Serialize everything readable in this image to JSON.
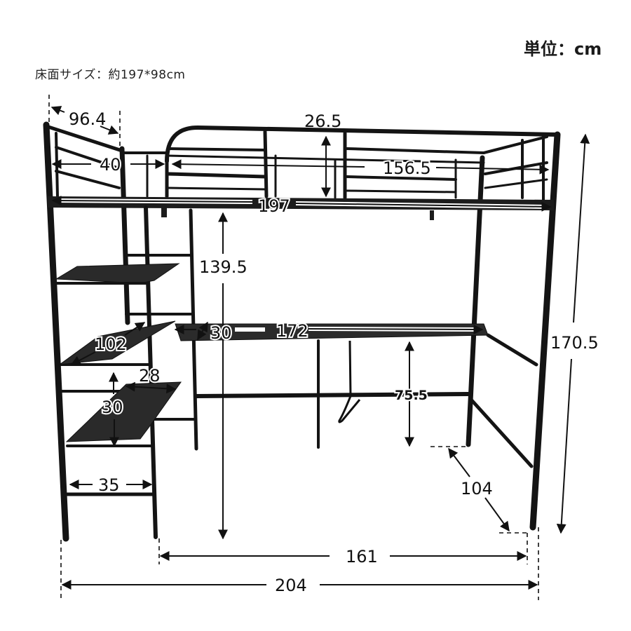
{
  "header": {
    "floor_size": "床面サイズ：約197*98cm",
    "unit": "単位：cm"
  },
  "dimensions": {
    "rail_depth": "96.4",
    "guard_height": "26.5",
    "ladder_gap": "40",
    "guard_length": "156.5",
    "bed_length": "197",
    "under_bed_height": "139.5",
    "total_height": "170.5",
    "shelf_depth_diag": "102",
    "desk_depth": "30",
    "desk_length": "172",
    "shelf_width": "28",
    "shelf_spacing": "30",
    "desk_height": "75.5",
    "ladder_width": "35",
    "frame_depth": "104",
    "inner_width": "161",
    "total_width": "204"
  },
  "colors": {
    "frame": "#141414",
    "shelf": "#2a2a2a",
    "background": "#ffffff"
  }
}
